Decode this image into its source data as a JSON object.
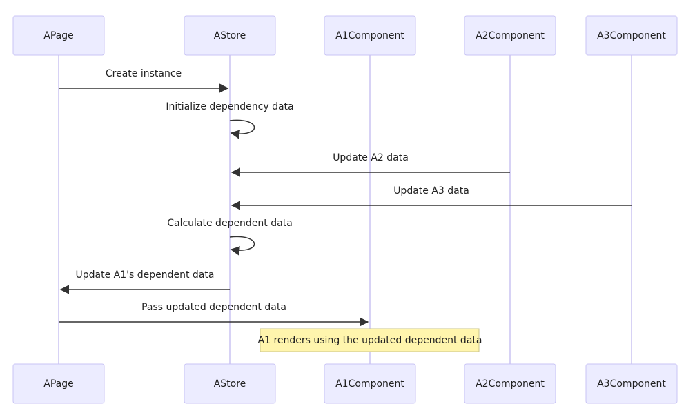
{
  "participants": [
    {
      "id": "apage",
      "label": "APage"
    },
    {
      "id": "astore",
      "label": "AStore"
    },
    {
      "id": "a1",
      "label": "A1Component"
    },
    {
      "id": "a2",
      "label": "A2Component"
    },
    {
      "id": "a3",
      "label": "A3Component"
    }
  ],
  "messages": [
    {
      "from": "apage",
      "to": "astore",
      "label": "Create instance"
    },
    {
      "from": "astore",
      "to": "astore",
      "label": "Initialize dependency data"
    },
    {
      "from": "a2",
      "to": "astore",
      "label": "Update A2 data"
    },
    {
      "from": "a3",
      "to": "astore",
      "label": "Update A3 data"
    },
    {
      "from": "astore",
      "to": "astore",
      "label": "Calculate dependent data"
    },
    {
      "from": "astore",
      "to": "apage",
      "label": "Update A1's dependent data"
    },
    {
      "from": "apage",
      "to": "a1",
      "label": "Pass updated dependent data"
    }
  ],
  "notes": [
    {
      "over": "a1",
      "label": "A1 renders using the updated dependent data"
    }
  ],
  "colors": {
    "actor_fill": "#ECECFF",
    "actor_stroke": "#C8C3F4",
    "lifeline": "#D7D2F5",
    "message": "#333333",
    "note_fill": "#FFF5AD",
    "note_stroke": "#C9C48A"
  }
}
